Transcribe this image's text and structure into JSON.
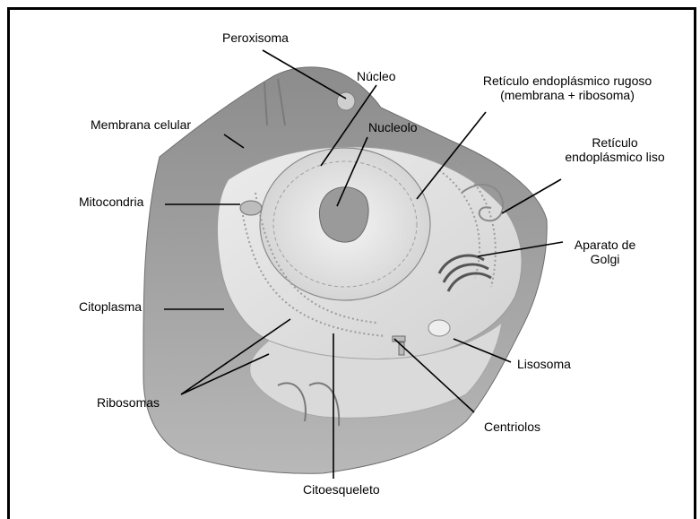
{
  "labels": {
    "peroxisoma": "Peroxisoma",
    "nucleo": "Núcleo",
    "reticulo_rugoso_1": "Retículo endoplásmico rugoso",
    "reticulo_rugoso_2": "(membrana + ribosoma)",
    "membrana": "Membrana celular",
    "nucleolo": "Nucleolo",
    "reticulo_liso_1": "Retículo",
    "reticulo_liso_2": "endoplásmico liso",
    "mitocondria": "Mitocondria",
    "golgi_1": "Aparato de",
    "golgi_2": "Golgi",
    "citoplasma": "Citoplasma",
    "lisosoma": "Lisosoma",
    "ribosomas": "Ribosomas",
    "centriolos": "Centriolos",
    "citoesqueleto": "Citoesqueleto"
  }
}
